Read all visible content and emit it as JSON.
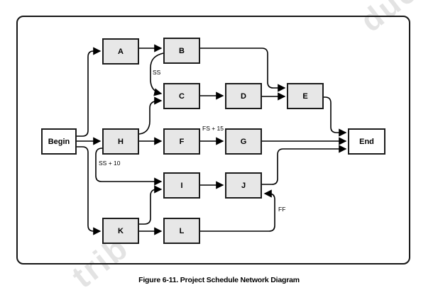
{
  "figure": {
    "caption": "Figure 6-11. Project Schedule Network Diagram"
  },
  "diagram": {
    "nodes": {
      "begin": {
        "label": "Begin",
        "kind": "milestone"
      },
      "a": {
        "label": "A",
        "kind": "activity"
      },
      "b": {
        "label": "B",
        "kind": "activity"
      },
      "c": {
        "label": "C",
        "kind": "activity"
      },
      "d": {
        "label": "D",
        "kind": "activity"
      },
      "e": {
        "label": "E",
        "kind": "activity"
      },
      "h": {
        "label": "H",
        "kind": "activity"
      },
      "f": {
        "label": "F",
        "kind": "activity"
      },
      "g": {
        "label": "G",
        "kind": "activity"
      },
      "i": {
        "label": "I",
        "kind": "activity"
      },
      "j": {
        "label": "J",
        "kind": "activity"
      },
      "k": {
        "label": "K",
        "kind": "activity"
      },
      "l": {
        "label": "L",
        "kind": "activity"
      },
      "end": {
        "label": "End",
        "kind": "milestone"
      }
    },
    "edges": [
      {
        "from": "Begin",
        "to": "A"
      },
      {
        "from": "Begin",
        "to": "H"
      },
      {
        "from": "Begin",
        "to": "K"
      },
      {
        "from": "A",
        "to": "B"
      },
      {
        "from": "B",
        "to": "E"
      },
      {
        "from": "B",
        "to": "C",
        "label": "SS"
      },
      {
        "from": "H",
        "to": "C"
      },
      {
        "from": "H",
        "to": "F"
      },
      {
        "from": "F",
        "to": "G",
        "label": "FS + 15"
      },
      {
        "from": "G",
        "to": "End"
      },
      {
        "from": "C",
        "to": "D"
      },
      {
        "from": "D",
        "to": "E"
      },
      {
        "from": "E",
        "to": "End"
      },
      {
        "from": "H",
        "to": "I",
        "label": "SS + 10"
      },
      {
        "from": "K",
        "to": "I"
      },
      {
        "from": "I",
        "to": "J"
      },
      {
        "from": "J",
        "to": "End"
      },
      {
        "from": "L",
        "to": "J",
        "label": "FF"
      },
      {
        "from": "K",
        "to": "L"
      }
    ]
  },
  "watermark": {
    "fragments": [
      {
        "text": "duc"
      },
      {
        "text": "trib"
      }
    ]
  },
  "colors": {
    "node_fill": "#e7e7e7",
    "node_border": "#1c1c1c",
    "milestone_fill": "#ffffff",
    "line": "#000000",
    "watermark": "#d2d2d2"
  }
}
